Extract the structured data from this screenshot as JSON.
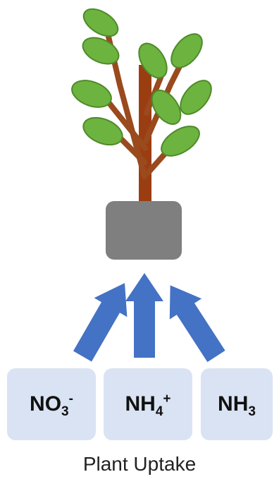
{
  "colors": {
    "stem": "#9a3e12",
    "branch": "#9a4a1d",
    "leaf_fill": "#6db33f",
    "leaf_stroke": "#4e8a2a",
    "pot": "#7f7f7f",
    "arrow": "#4472c4",
    "box_bg": "#dae3f3"
  },
  "icons": [
    "plant-icon",
    "pot-icon",
    "uptake-arrow-icon"
  ],
  "sources": [
    {
      "main": "NO",
      "sub": "3",
      "sup": "-"
    },
    {
      "main": "NH",
      "sub": "4",
      "sup": "+"
    },
    {
      "main": "NH",
      "sub": "3",
      "sup": ""
    }
  ],
  "caption": "Plant Uptake"
}
